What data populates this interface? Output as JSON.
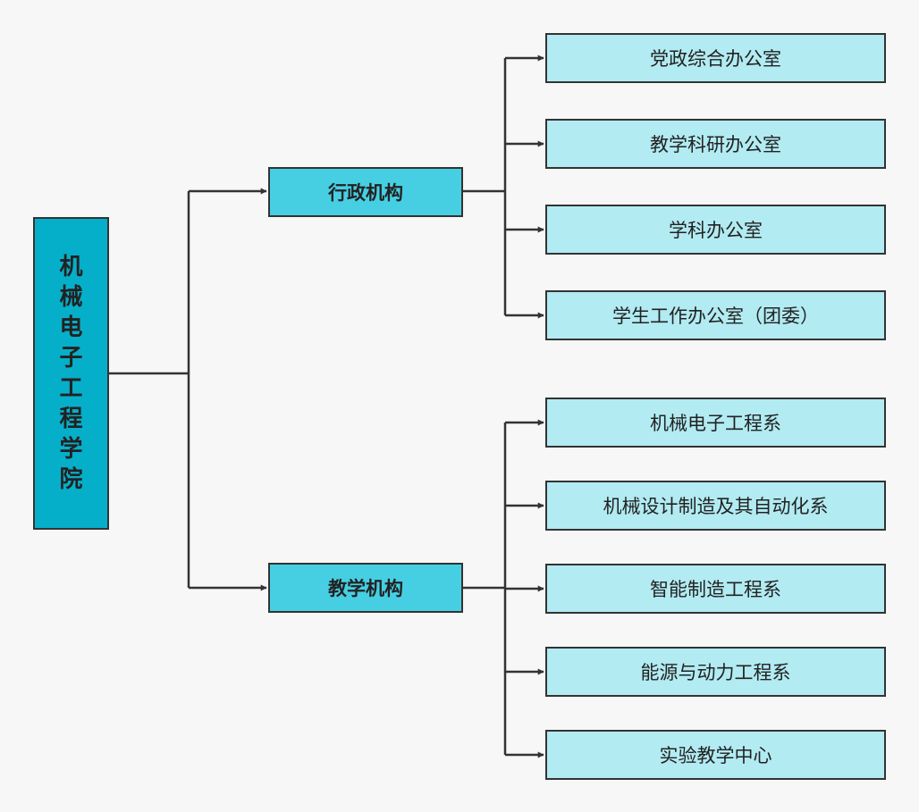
{
  "root": {
    "label": "机械电子工程学院",
    "chars": [
      "机",
      "械",
      "电",
      "子",
      "工",
      "程",
      "学",
      "院"
    ]
  },
  "branches": [
    {
      "label": "行政机构",
      "children": [
        "党政综合办公室",
        "教学科研办公室",
        "学科办公室",
        "学生工作办公室（团委）"
      ]
    },
    {
      "label": "教学机构",
      "children": [
        "机械电子工程系",
        "机械设计制造及其自动化系",
        "智能制造工程系",
        "能源与动力工程系",
        "实验教学中心"
      ]
    }
  ],
  "colors": {
    "background": "#f7f7f7",
    "root_fill": "#06afc9",
    "branch_fill": "#46cfe3",
    "leaf_fill": "#b2ebf2",
    "stroke": "#333333"
  }
}
